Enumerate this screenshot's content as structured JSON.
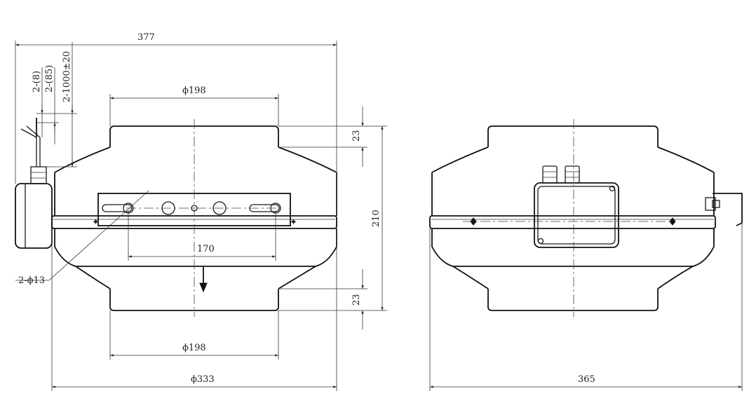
{
  "dimensions": {
    "overall_width": "377",
    "inlet_diameter_top": "ϕ198",
    "inlet_diameter_bottom": "ϕ198",
    "bracket_spacing": "170",
    "body_diameter": "ϕ333",
    "mount_holes": "2-ϕ13",
    "collar_height_top": "23",
    "collar_height_bottom": "23",
    "overall_height": "210",
    "side_width": "365",
    "wire_strip_short": "2-(8)",
    "wire_strip_long": "2-(85)",
    "cable_length": "2-1000±20"
  },
  "colors": {
    "line": "#1a1a1a",
    "background": "#ffffff"
  }
}
